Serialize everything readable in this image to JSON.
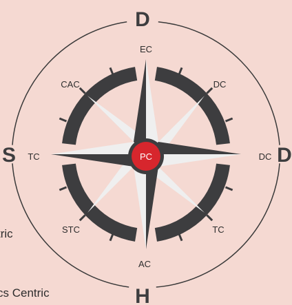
{
  "cardinals": {
    "north": "D",
    "south": "H",
    "west": "S",
    "east": "D"
  },
  "intercardinals": {
    "n": "EC",
    "ne": "DC",
    "e": "DC",
    "se": "TC",
    "s": "AC",
    "sw": "STC",
    "w": "TC",
    "nw": "CAC"
  },
  "center": "PC",
  "side_texts": {
    "mid": "tric",
    "bottom": "cs Centric"
  },
  "colors": {
    "background": "#f5d9d2",
    "dark": "#3d3d3f",
    "light": "#efefef",
    "accent": "#d7262d",
    "line": "#3a3a3a"
  }
}
